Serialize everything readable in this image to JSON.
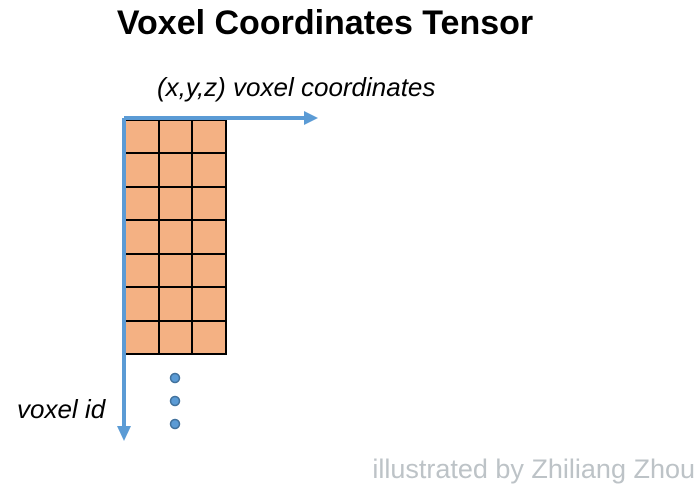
{
  "title": "Voxel Coordinates Tensor",
  "diagram": {
    "x_axis_label": "(x,y,z) voxel coordinates",
    "y_axis_label": "voxel id",
    "grid": {
      "rows": 7,
      "cols": 3,
      "cell_fill": "#F4B183",
      "cell_border": "#000000"
    },
    "axis_color": "#5B9BD5",
    "ellipsis": {
      "dot_count": 3,
      "dot_fill": "#5B9BD5",
      "dot_border": "#41719C"
    }
  },
  "watermark": "illustrated by Zhiliang Zhou"
}
